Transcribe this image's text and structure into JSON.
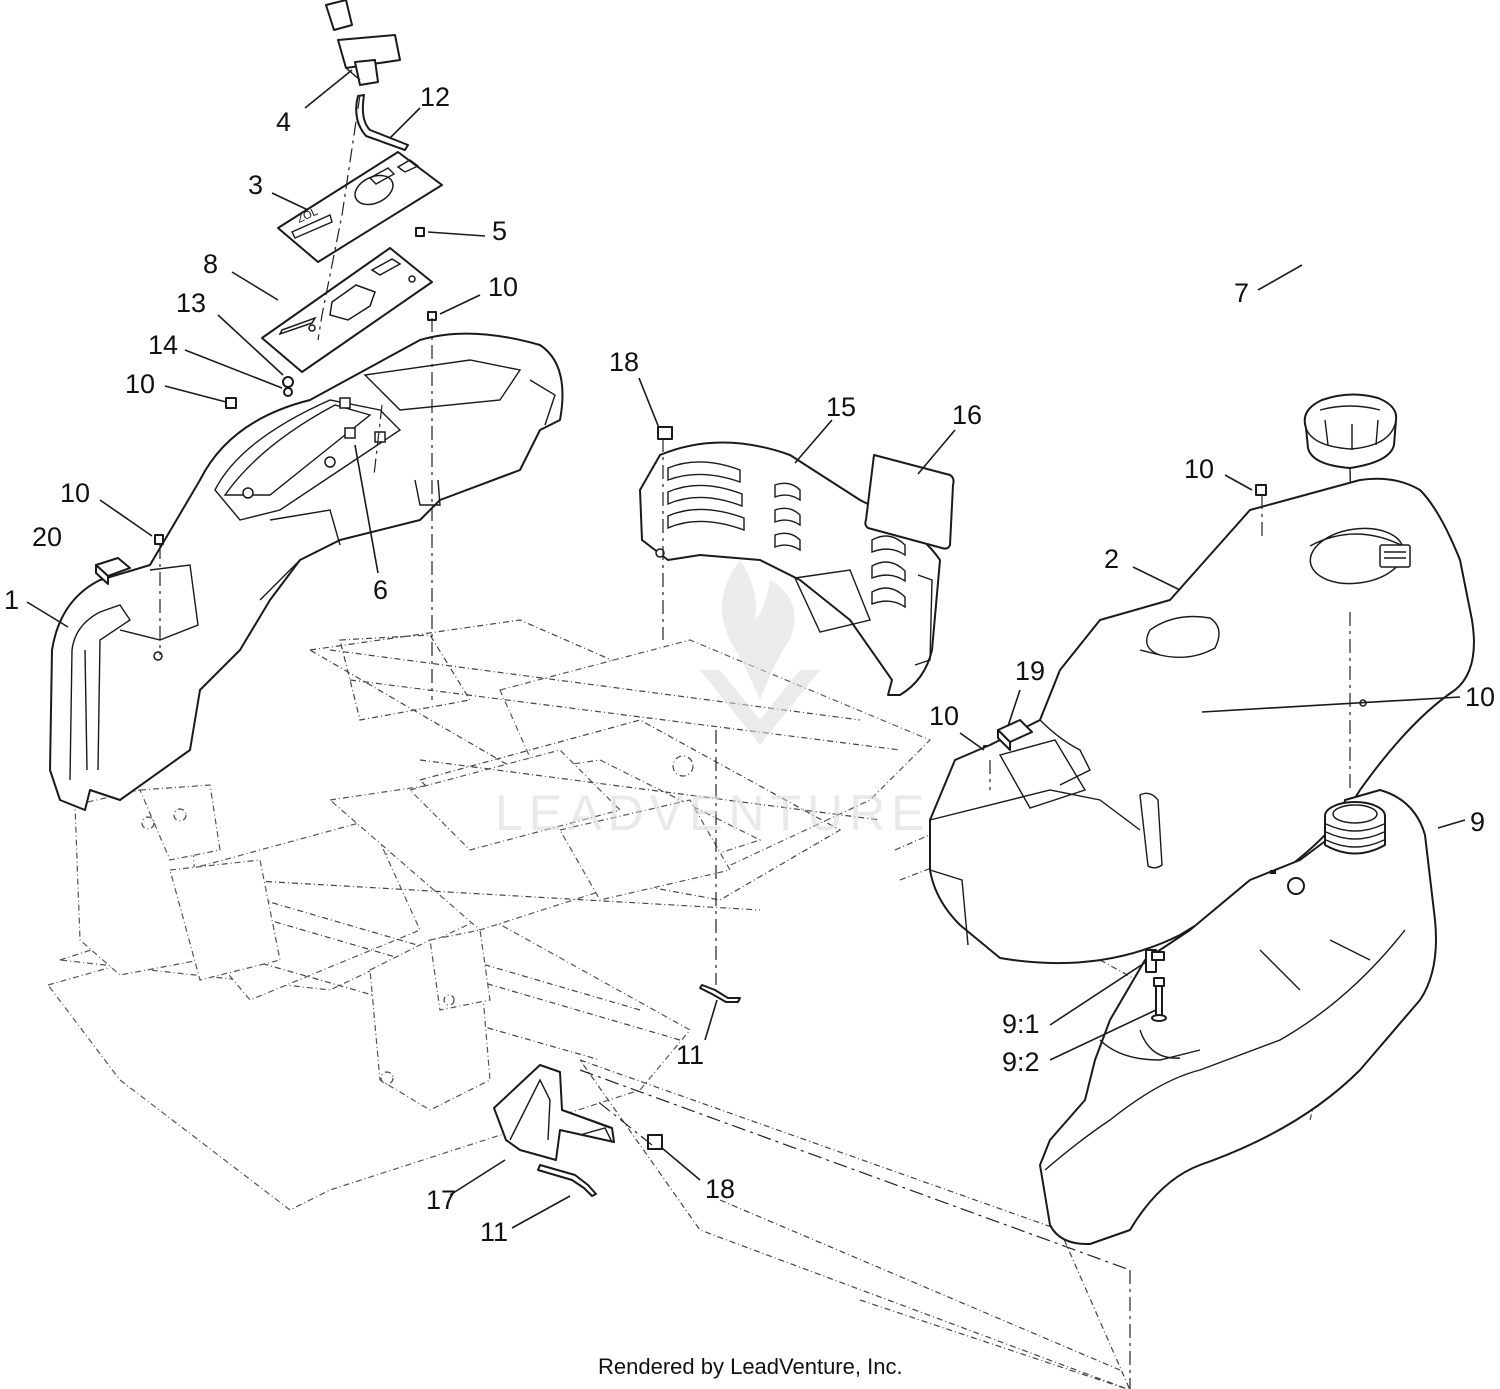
{
  "callouts": [
    {
      "id": "c4",
      "label": "4"
    },
    {
      "id": "c12",
      "label": "12"
    },
    {
      "id": "c3",
      "label": "3"
    },
    {
      "id": "c5",
      "label": "5"
    },
    {
      "id": "c8",
      "label": "8"
    },
    {
      "id": "c10a",
      "label": "10"
    },
    {
      "id": "c13",
      "label": "13"
    },
    {
      "id": "c14",
      "label": "14"
    },
    {
      "id": "c10b",
      "label": "10"
    },
    {
      "id": "c10c",
      "label": "10"
    },
    {
      "id": "c20",
      "label": "20"
    },
    {
      "id": "c1",
      "label": "1"
    },
    {
      "id": "c6",
      "label": "6"
    },
    {
      "id": "c18a",
      "label": "18"
    },
    {
      "id": "c15",
      "label": "15"
    },
    {
      "id": "c16",
      "label": "16"
    },
    {
      "id": "c7",
      "label": "7"
    },
    {
      "id": "c10d",
      "label": "10"
    },
    {
      "id": "c2",
      "label": "2"
    },
    {
      "id": "c19",
      "label": "19"
    },
    {
      "id": "c10e",
      "label": "10"
    },
    {
      "id": "c10f",
      "label": "10"
    },
    {
      "id": "c9",
      "label": "9"
    },
    {
      "id": "c91",
      "label": "9:1"
    },
    {
      "id": "c92",
      "label": "9:2"
    },
    {
      "id": "c11a",
      "label": "11"
    },
    {
      "id": "c17",
      "label": "17"
    },
    {
      "id": "c18b",
      "label": "18"
    },
    {
      "id": "c11b",
      "label": "11"
    }
  ],
  "watermark": "LEADVENTURE",
  "footer": "Rendered by LeadVenture, Inc."
}
